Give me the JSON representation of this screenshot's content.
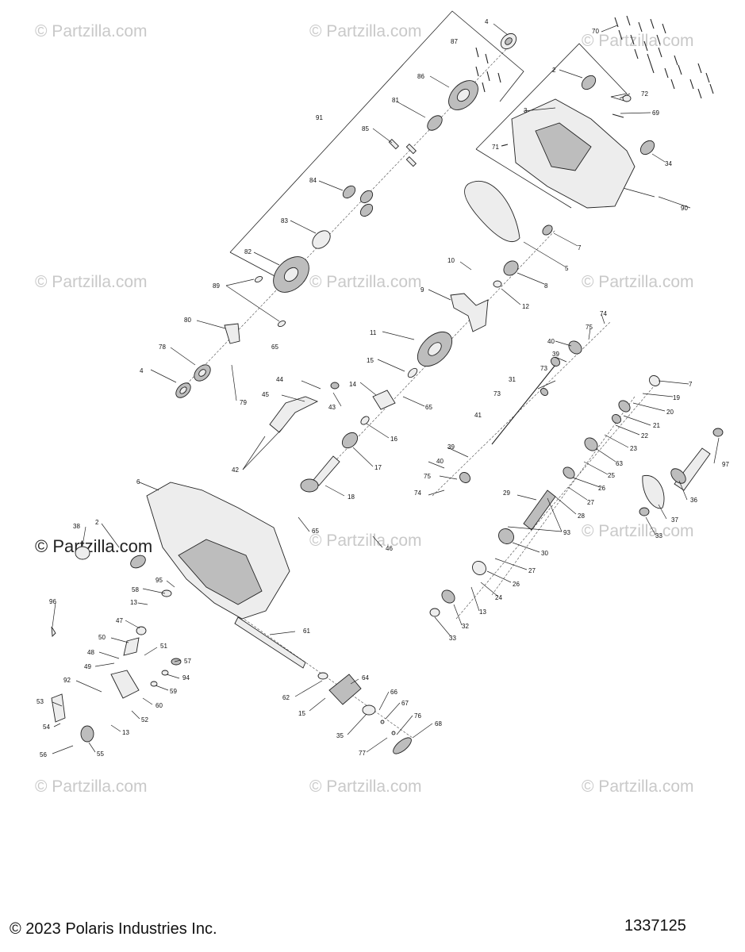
{
  "watermarks": [
    "© Partzilla.com",
    "© Partzilla.com",
    "© Partzilla.com",
    "© Partzilla.com",
    "© Partzilla.com",
    "© Partzilla.com",
    "© Partzilla.com",
    "© Partzilla.com",
    "© Partzilla.com",
    "© Partzilla.com",
    "© Partzilla.com",
    "© Partzilla.com"
  ],
  "watermark_dark": "© Partzilla.com",
  "callouts": [
    "4",
    "87",
    "70",
    "2",
    "72",
    "86",
    "81",
    "69",
    "3",
    "91",
    "85",
    "71",
    "34",
    "84",
    "90",
    "83",
    "7",
    "82",
    "10",
    "5",
    "89",
    "8",
    "9",
    "12",
    "80",
    "65",
    "74",
    "78",
    "11",
    "75",
    "15",
    "40",
    "4",
    "39",
    "73",
    "44",
    "14",
    "7",
    "19",
    "31",
    "73",
    "20",
    "79",
    "43",
    "65",
    "45",
    "21",
    "41",
    "16",
    "22",
    "42",
    "39",
    "23",
    "17",
    "40",
    "63",
    "25",
    "75",
    "26",
    "74",
    "97",
    "29",
    "18",
    "27",
    "6",
    "28",
    "36",
    "38",
    "2",
    "65",
    "93",
    "37",
    "33",
    "46",
    "30",
    "95",
    "27",
    "58",
    "26",
    "13",
    "24",
    "96",
    "47",
    "13",
    "61",
    "32",
    "33",
    "50",
    "51",
    "48",
    "57",
    "49",
    "64",
    "94",
    "92",
    "62",
    "15",
    "59",
    "53",
    "60",
    "66",
    "52",
    "67",
    "54",
    "13",
    "35",
    "76",
    "68",
    "56",
    "55",
    "77"
  ],
  "footer": {
    "copyright": "© 2023 Polaris Industries Inc.",
    "diagram_number": "1337125"
  }
}
